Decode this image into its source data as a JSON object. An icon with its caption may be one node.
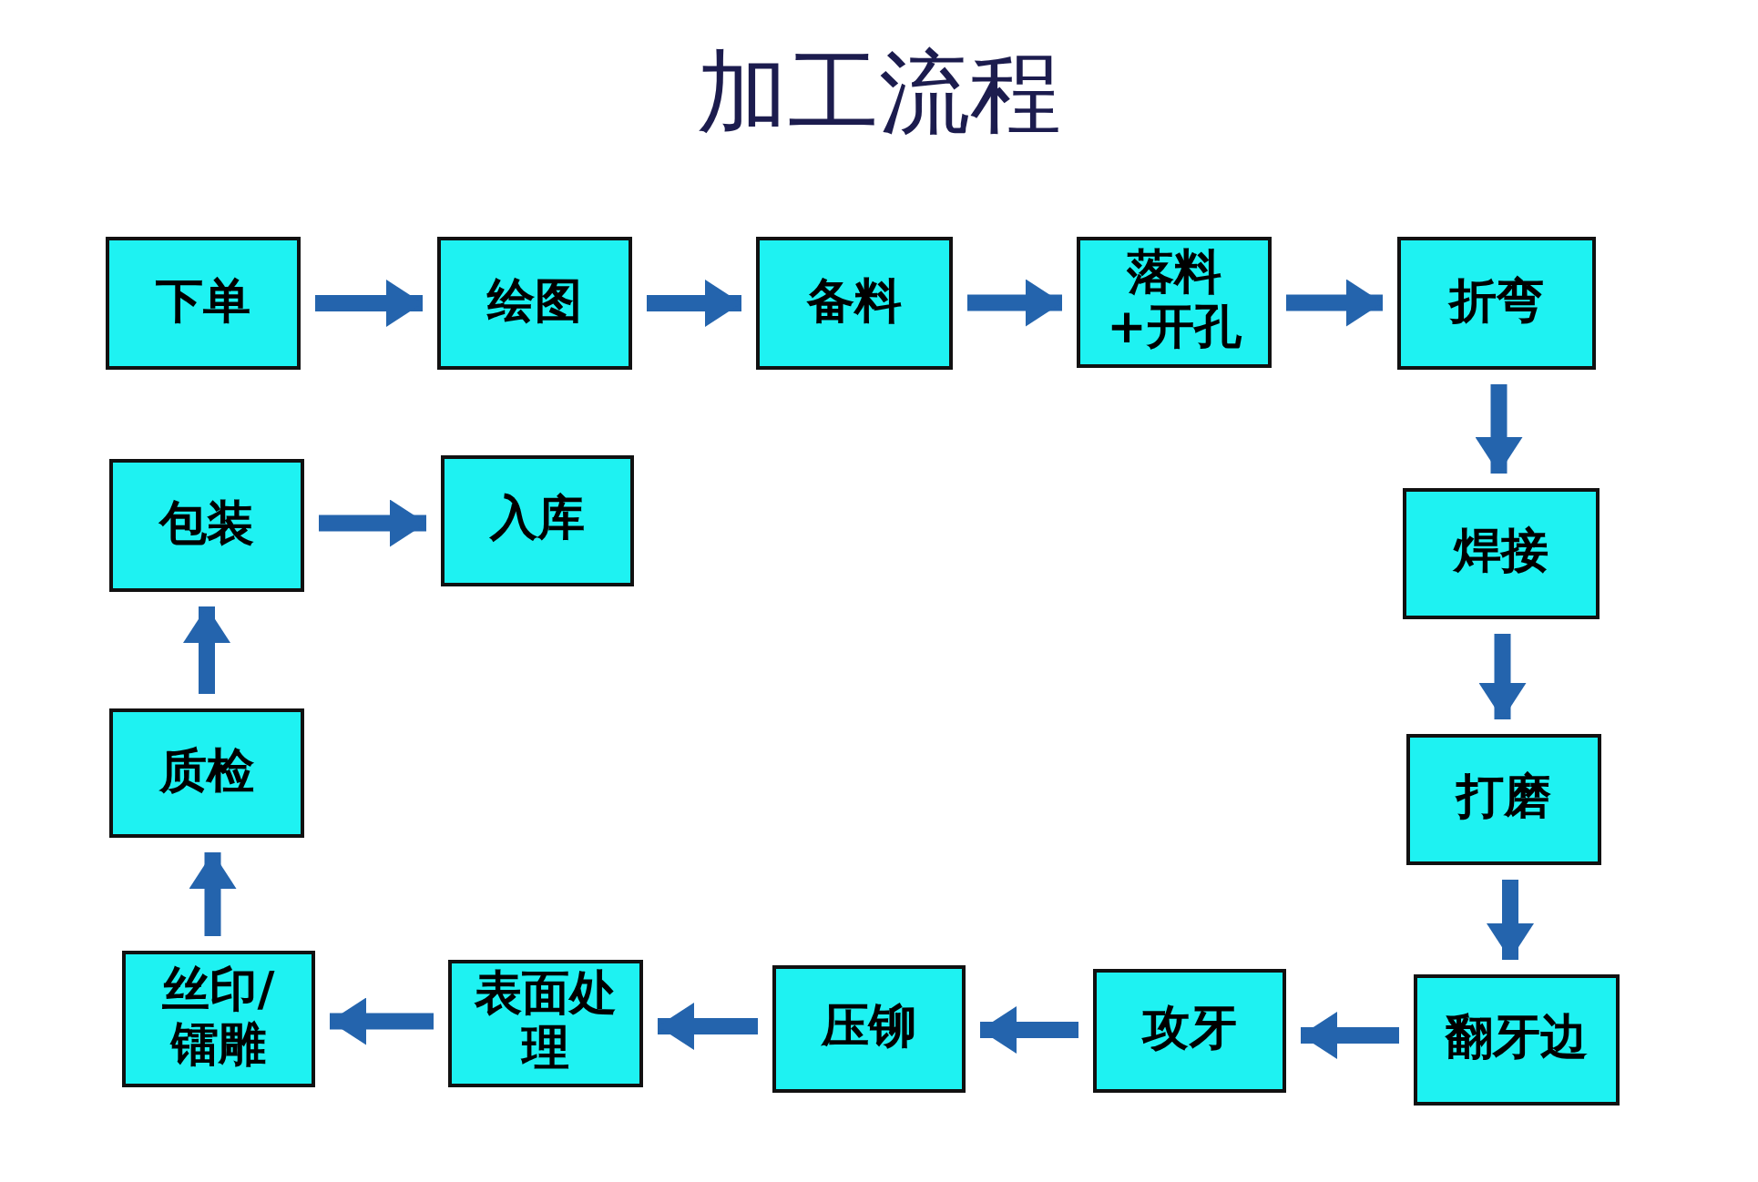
{
  "diagram": {
    "title": "加工流程",
    "nodes": [
      {
        "text": [
          "下单"
        ]
      },
      {
        "text": [
          "绘图"
        ]
      },
      {
        "text": [
          "备料"
        ]
      },
      {
        "text": [
          "落料+开孔"
        ]
      },
      {
        "text": [
          "折弯"
        ]
      },
      {
        "text": [
          "焊接"
        ]
      },
      {
        "text": [
          "打磨"
        ]
      },
      {
        "text": [
          "翻牙边"
        ]
      },
      {
        "text": [
          "攻牙"
        ]
      },
      {
        "text": [
          "压铆"
        ]
      },
      {
        "text": [
          "表面处理"
        ]
      },
      {
        "text": [
          "丝印/镭雕"
        ]
      },
      {
        "text": [
          "质检"
        ]
      },
      {
        "text": [
          "包装"
        ]
      },
      {
        "text": [
          "入库"
        ]
      }
    ],
    "edges": [
      {
        "from": 0,
        "to": 1,
        "arrow": "to"
      },
      {
        "from": 1,
        "to": 2,
        "arrow": "to"
      },
      {
        "from": 2,
        "to": 3,
        "arrow": "to"
      },
      {
        "from": 3,
        "to": 4,
        "arrow": "to"
      },
      {
        "from": 4,
        "to": 5,
        "arrow": "to"
      },
      {
        "from": 5,
        "to": 6,
        "arrow": "to"
      },
      {
        "from": 6,
        "to": 7,
        "arrow": "to"
      },
      {
        "from": 7,
        "to": 8,
        "arrow": "to"
      },
      {
        "from": 8,
        "to": 9,
        "arrow": "to"
      },
      {
        "from": 9,
        "to": 10,
        "arrow": "to"
      },
      {
        "from": 10,
        "to": 11,
        "arrow": "to"
      },
      {
        "from": 11,
        "to": 12,
        "arrow": "to"
      },
      {
        "from": 12,
        "to": 13,
        "arrow": "to"
      },
      {
        "from": 13,
        "to": 14,
        "arrow": "to"
      }
    ]
  }
}
